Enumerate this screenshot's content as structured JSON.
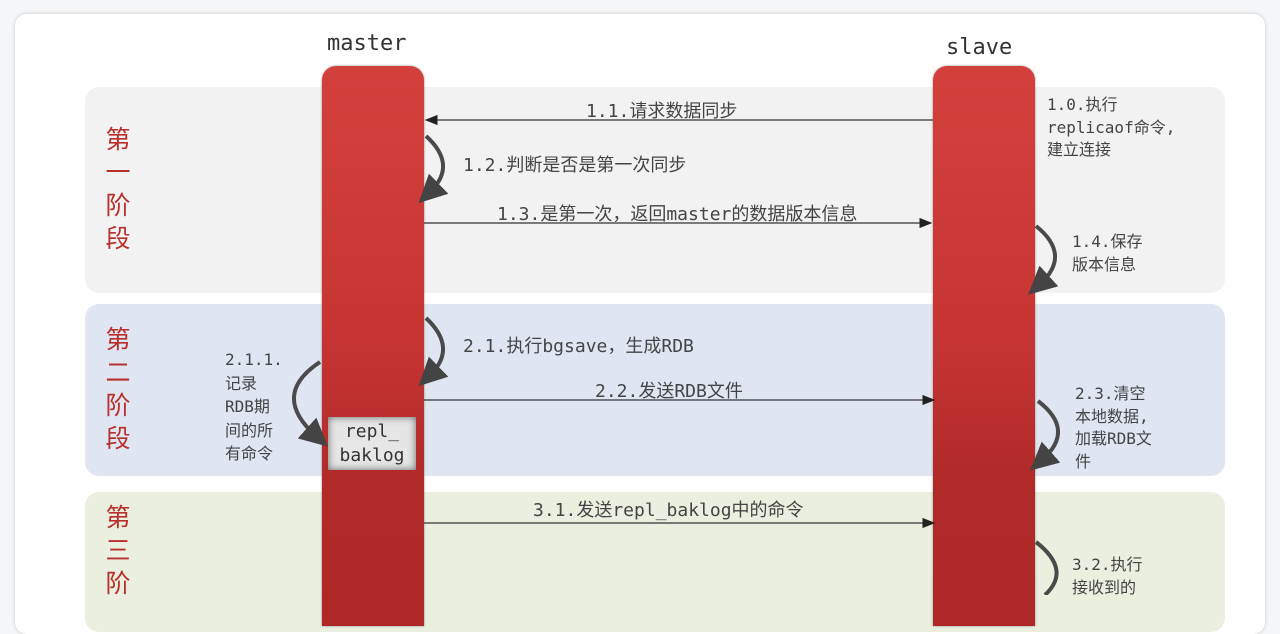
{
  "actors": {
    "master": "master",
    "slave": "slave"
  },
  "phases": [
    {
      "chars": [
        "第",
        "一",
        "阶",
        "段"
      ],
      "color": "#f2f2f2"
    },
    {
      "chars": [
        "第",
        "二",
        "阶",
        "段"
      ],
      "color": "#dfe6f2"
    },
    {
      "chars": [
        "第",
        "三",
        "阶"
      ],
      "color": "#ebefe0"
    }
  ],
  "steps": {
    "s1_0": [
      "1.0.执行",
      "replicaof命令,",
      "建立连接"
    ],
    "s1_1": "1.1.请求数据同步",
    "s1_2": "1.2.判断是否是第一次同步",
    "s1_3": "1.3.是第一次，返回master的数据版本信息",
    "s1_4": [
      "1.4.保存",
      "版本信息"
    ],
    "s2_1": "2.1.执行bgsave，生成RDB",
    "s2_1_1": [
      "2.1.1.",
      "记录",
      "RDB期",
      "间的所",
      "有命令"
    ],
    "s2_2": "2.2.发送RDB文件",
    "s2_3": [
      "2.3.清空",
      "本地数据,",
      "加载RDB文",
      "件"
    ],
    "s3_1": "3.1.发送repl_baklog中的命令",
    "s3_2": [
      "3.2.执行",
      "接收到的"
    ]
  },
  "buffer": [
    "repl_",
    "baklog"
  ],
  "colors": {
    "bar": "#c83634",
    "phase_text": "#b8302c"
  }
}
